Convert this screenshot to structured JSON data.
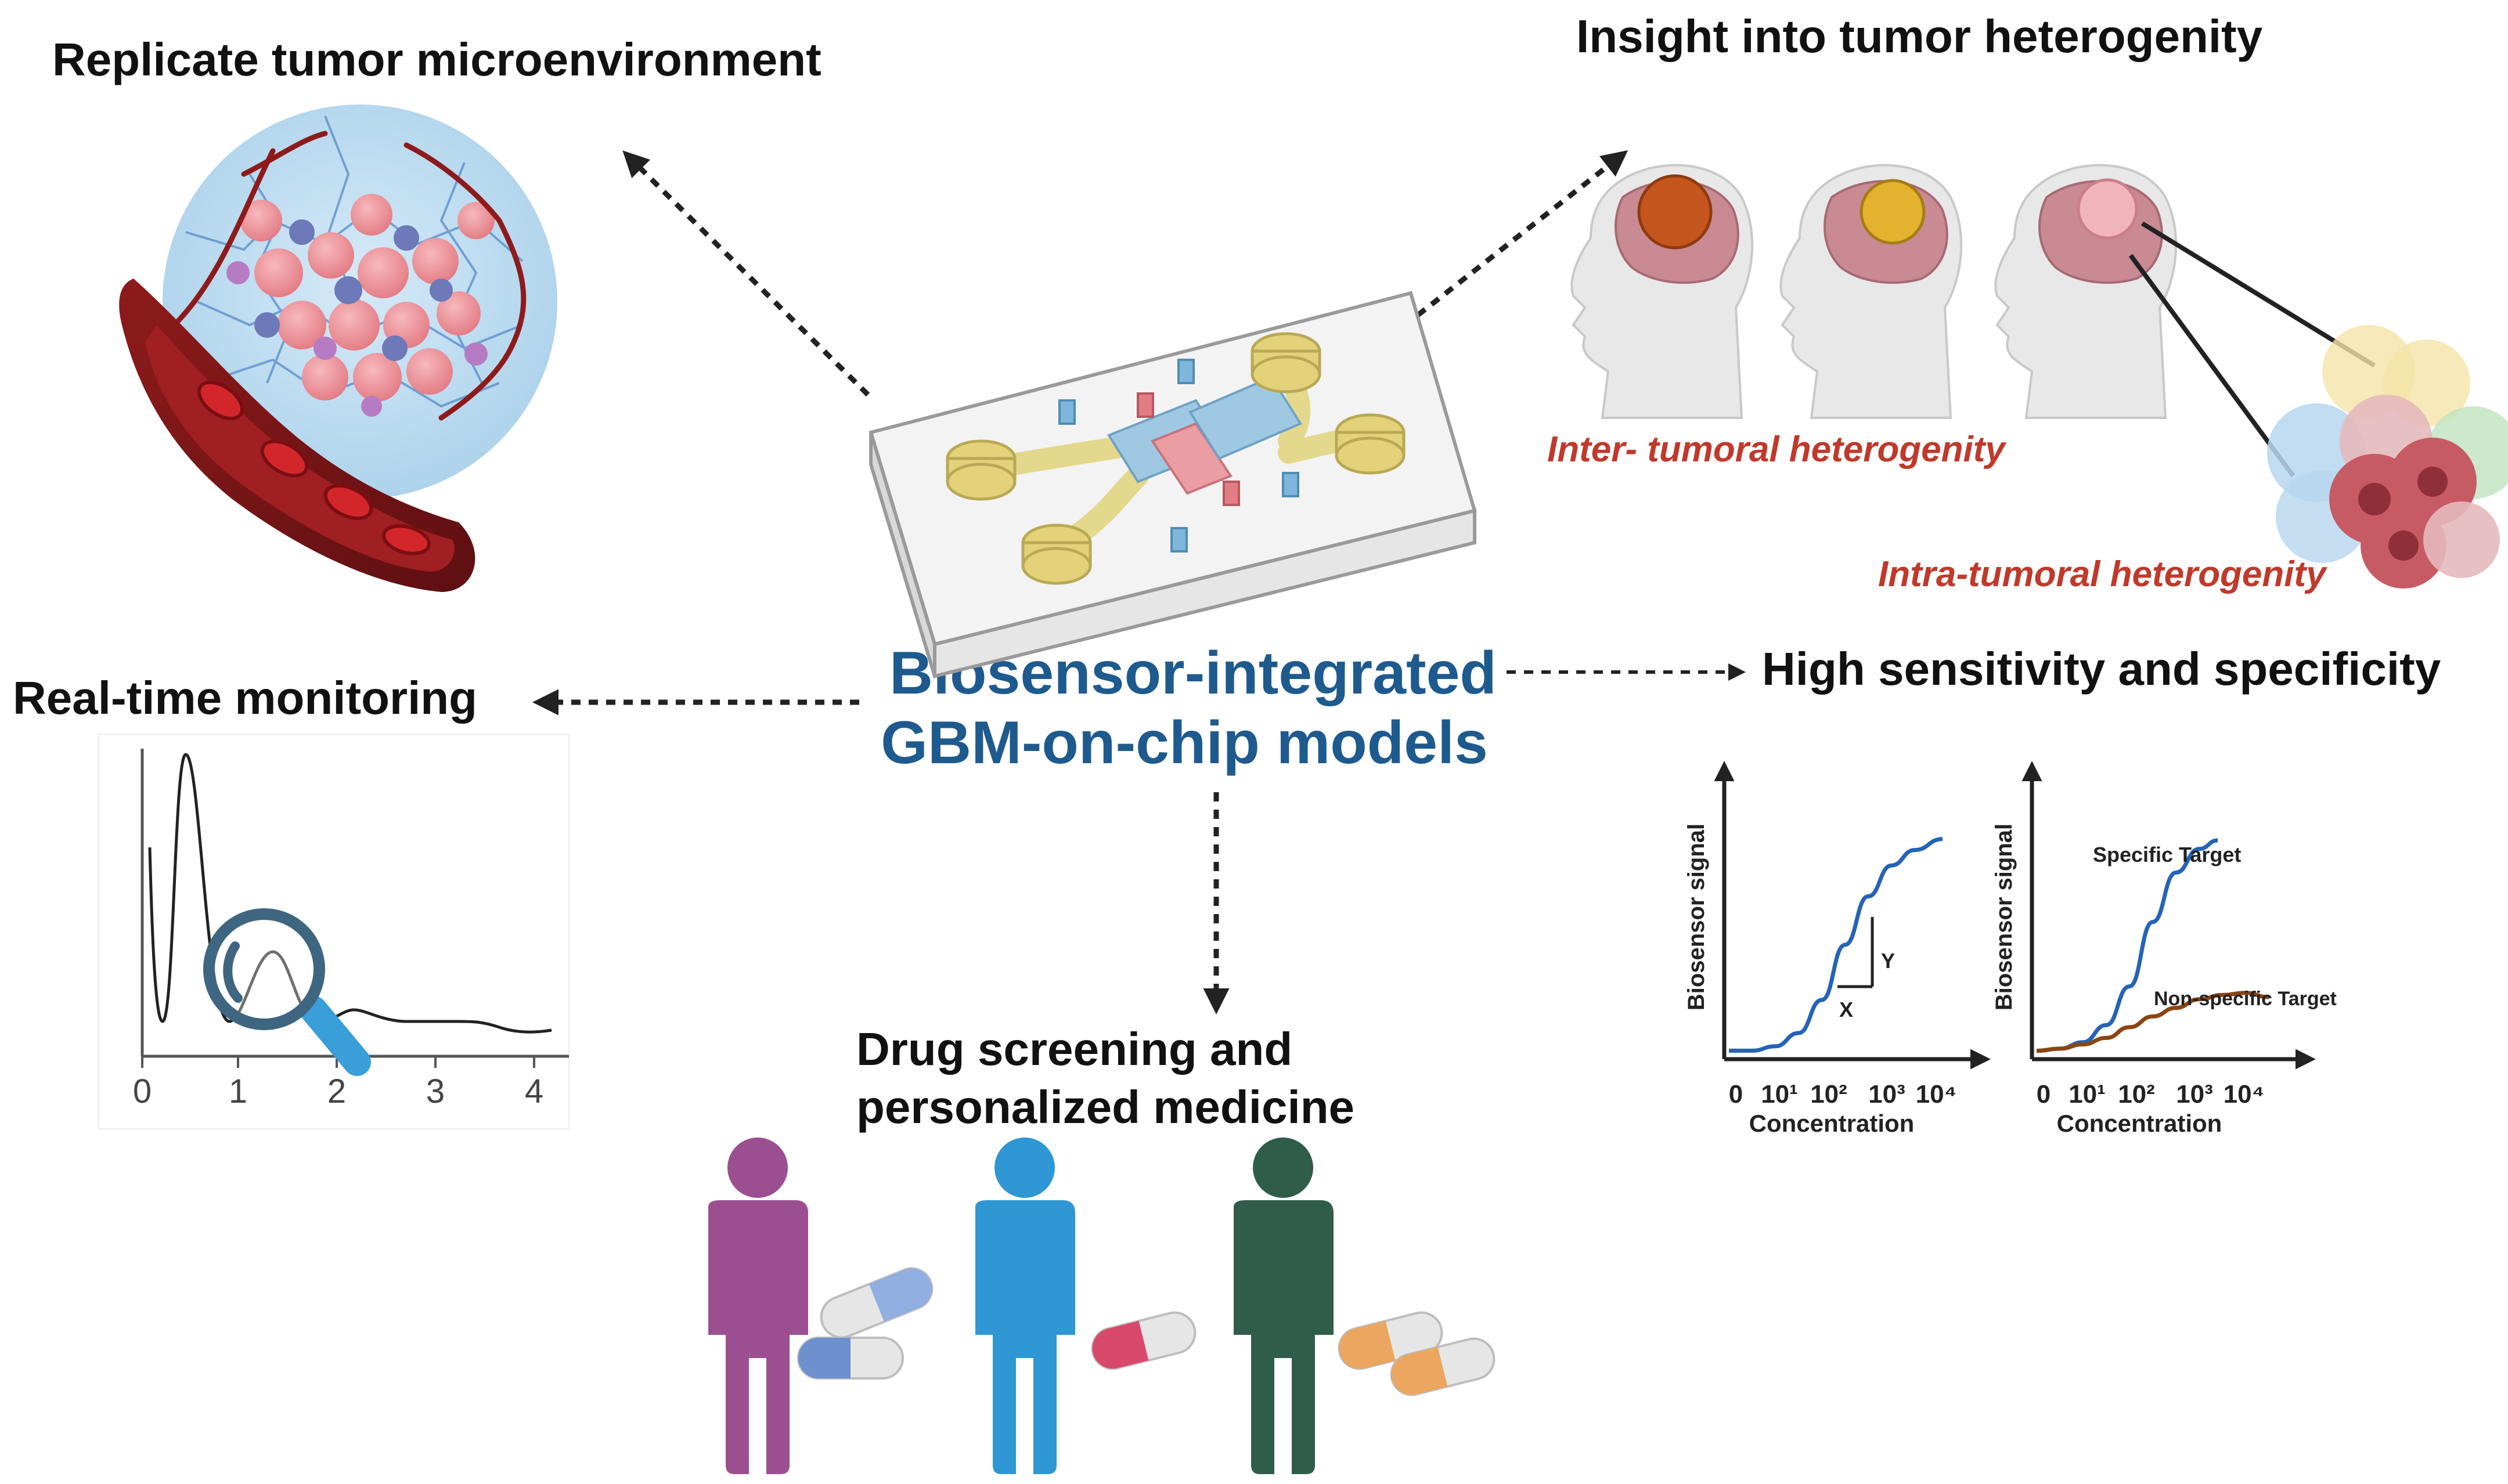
{
  "center": {
    "title_line1": "Biosensor-integrated",
    "title_line2": "GBM-on-chip models"
  },
  "sections": {
    "microenvironment": {
      "title": "Replicate tumor microenvironment"
    },
    "heterogeneity": {
      "title": "Insight into tumor heterogenity",
      "inter_label": "Inter- tumoral heterogenity",
      "intra_label": "Intra-tumoral heterogenity"
    },
    "monitoring": {
      "title": "Real-time monitoring",
      "x_ticks": [
        "0",
        "1",
        "2",
        "3",
        "4"
      ]
    },
    "sensitivity": {
      "title": "High sensitivity and specificity"
    },
    "drug": {
      "title_line1": "Drug screening and",
      "title_line2": "personalized medicine"
    }
  },
  "chart_data": [
    {
      "type": "line",
      "ylabel": "Biosensor signal",
      "xlabel": "Concentration",
      "x_ticks": [
        "0",
        "10¹",
        "10²",
        "10³",
        "10⁴"
      ],
      "annotations": [
        "X",
        "Y"
      ],
      "series": [
        {
          "x": [
            0,
            0.5,
            1,
            1.5,
            2,
            2.5,
            3,
            3.5,
            4,
            4.6
          ],
          "y": [
            0.02,
            0.02,
            0.04,
            0.1,
            0.25,
            0.5,
            0.72,
            0.86,
            0.93,
            0.98
          ]
        }
      ]
    },
    {
      "type": "line",
      "ylabel": "Biosensor signal",
      "xlabel": "Concentration",
      "x_ticks": [
        "0",
        "10¹",
        "10²",
        "10³",
        "10⁴"
      ],
      "series": [
        {
          "name": "Specific Target",
          "color": "#2563b8",
          "x": [
            0,
            0.5,
            1,
            1.5,
            2,
            2.5,
            3,
            3.5,
            3.9
          ],
          "y": [
            0.02,
            0.03,
            0.06,
            0.14,
            0.32,
            0.62,
            0.85,
            0.96,
            1.0
          ]
        },
        {
          "name": "Non-specific Target",
          "color": "#8b4513",
          "x": [
            0,
            0.5,
            1,
            1.5,
            2,
            2.5,
            3,
            3.5,
            4,
            4.5,
            5
          ],
          "y": [
            0.02,
            0.03,
            0.05,
            0.08,
            0.13,
            0.18,
            0.22,
            0.26,
            0.28,
            0.29,
            0.27
          ]
        }
      ]
    }
  ],
  "colors": {
    "title_blue": "#1e5a8e",
    "label_red": "#c0392b",
    "person_purple": "#9b4f91",
    "person_blue": "#2f97d3",
    "person_green": "#2f5d4a"
  },
  "icons": [
    "tumor-microenvironment-illustration",
    "brain-head-icon",
    "tumor-cluster-icon",
    "microfluidic-chip-icon",
    "magnifier-icon",
    "person-icon",
    "capsule-icon"
  ]
}
